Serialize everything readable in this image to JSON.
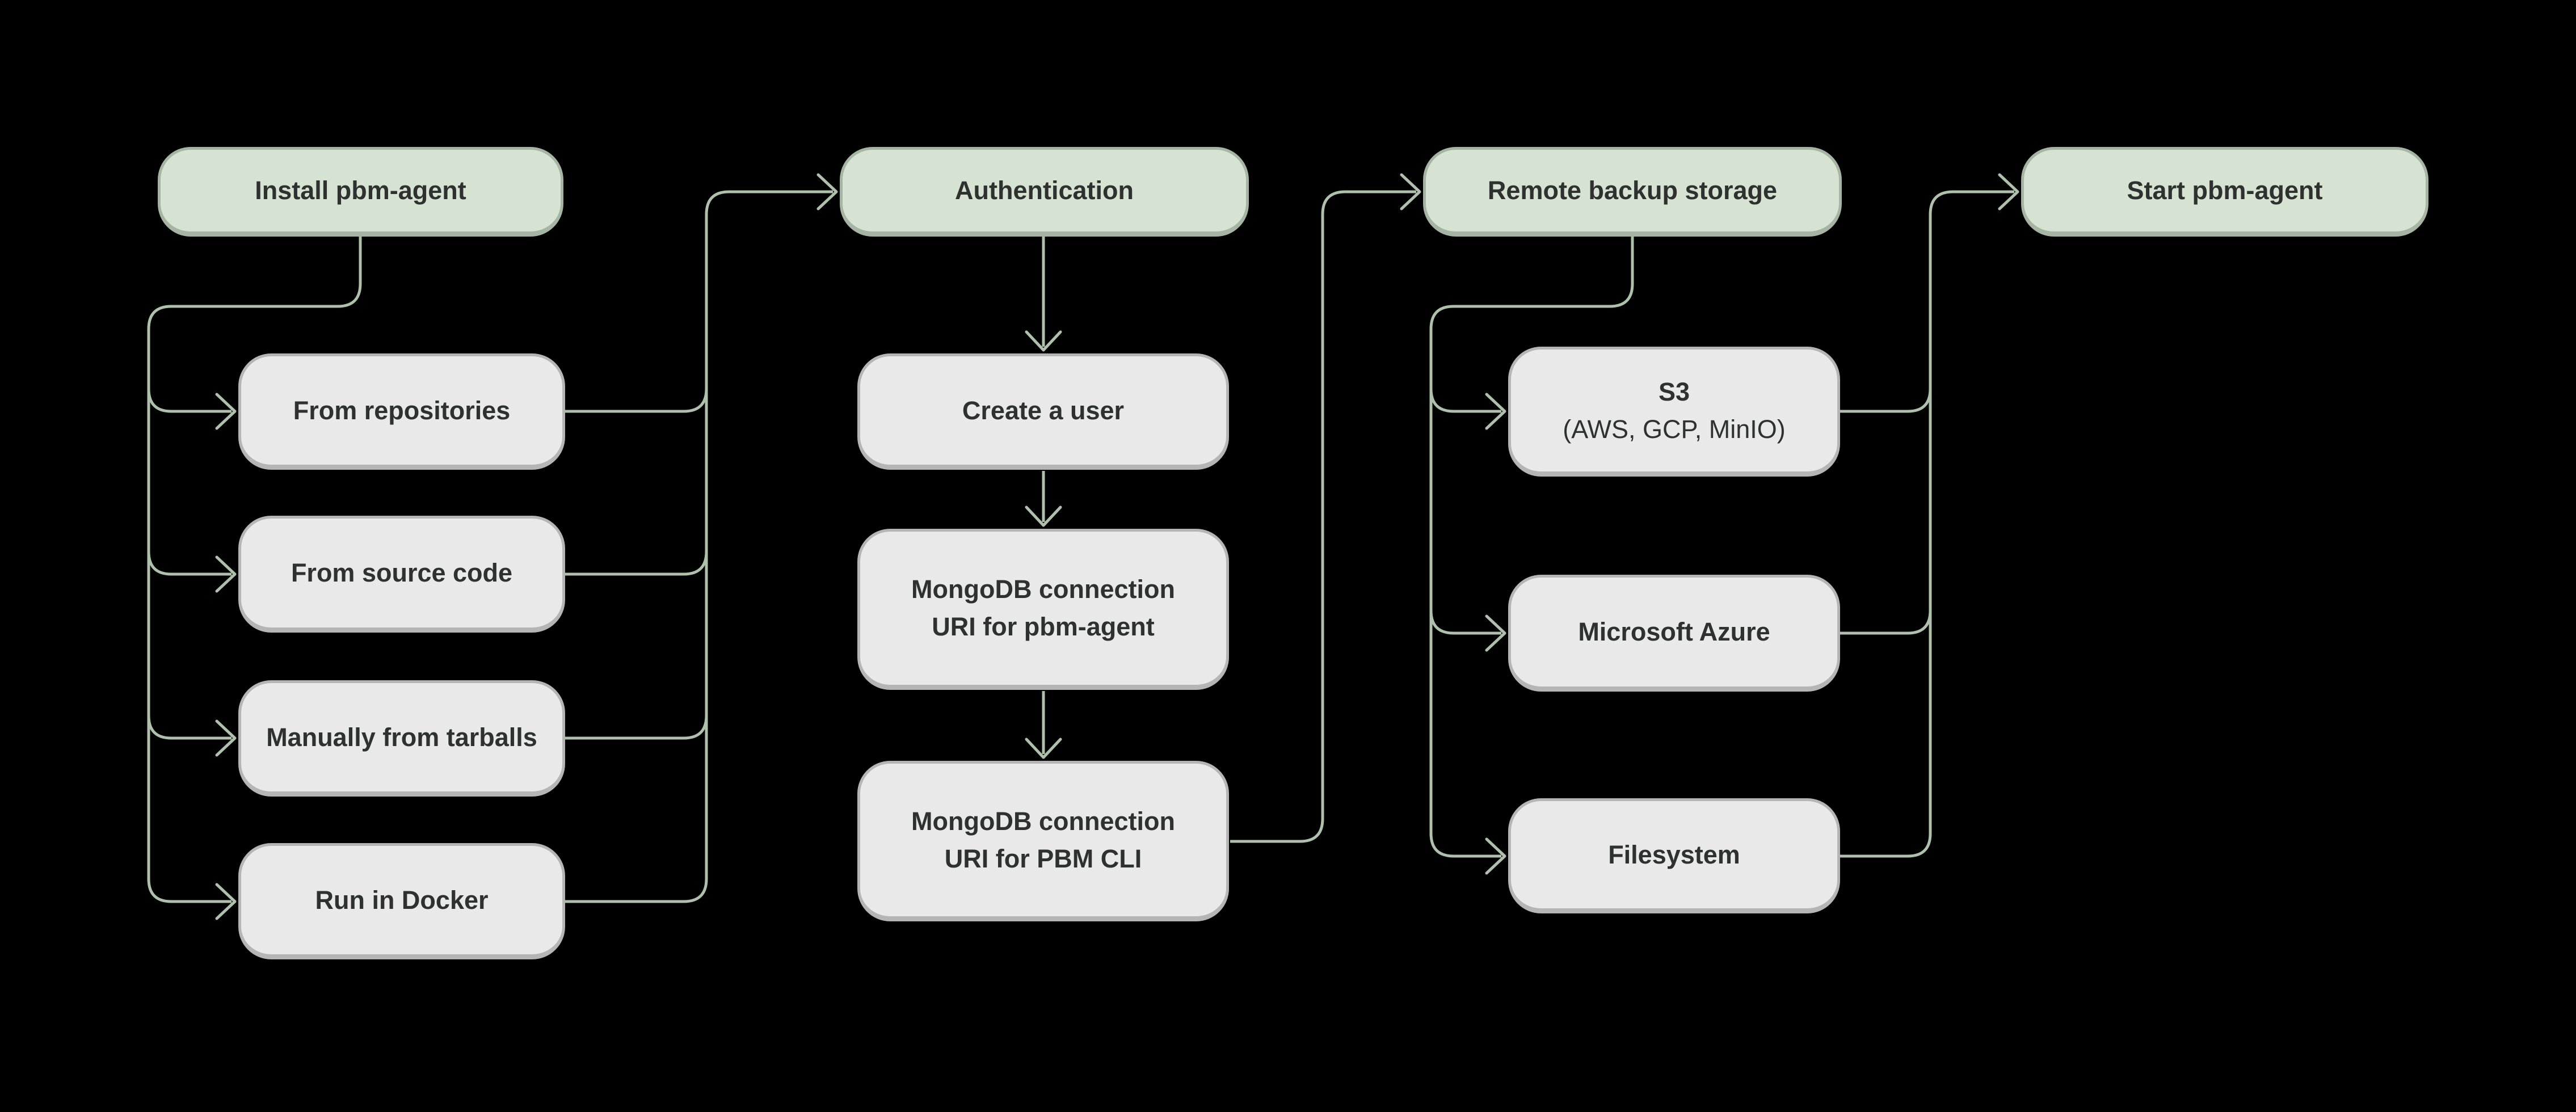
{
  "colors": {
    "background": "#000000",
    "header_node_fill": "#d6e3d2",
    "header_node_border": "#a6b4a3",
    "child_node_fill": "#e9e9e9",
    "child_node_border": "#b5b5b5",
    "connector": "#afc1ac",
    "text": "#2e312f"
  },
  "nodes": {
    "install": {
      "label": "Install pbm-agent"
    },
    "from_repositories": {
      "label": "From repositories"
    },
    "from_source_code": {
      "label": "From source code"
    },
    "manually_from_tarballs": {
      "label": "Manually from tarballs"
    },
    "run_in_docker": {
      "label": "Run in Docker"
    },
    "authentication": {
      "label": "Authentication"
    },
    "create_a_user": {
      "label": "Create a user"
    },
    "uri_pbm_agent": {
      "label": "MongoDB connection URI for pbm-agent"
    },
    "uri_pbm_cli": {
      "label": "MongoDB connection URI for PBM CLI"
    },
    "remote_backup_storage": {
      "label": "Remote backup storage"
    },
    "s3": {
      "label": "S3",
      "sublabel": "(AWS, GCP, MinIO)"
    },
    "microsoft_azure": {
      "label": "Microsoft Azure"
    },
    "filesystem": {
      "label": "Filesystem"
    }
  }
}
